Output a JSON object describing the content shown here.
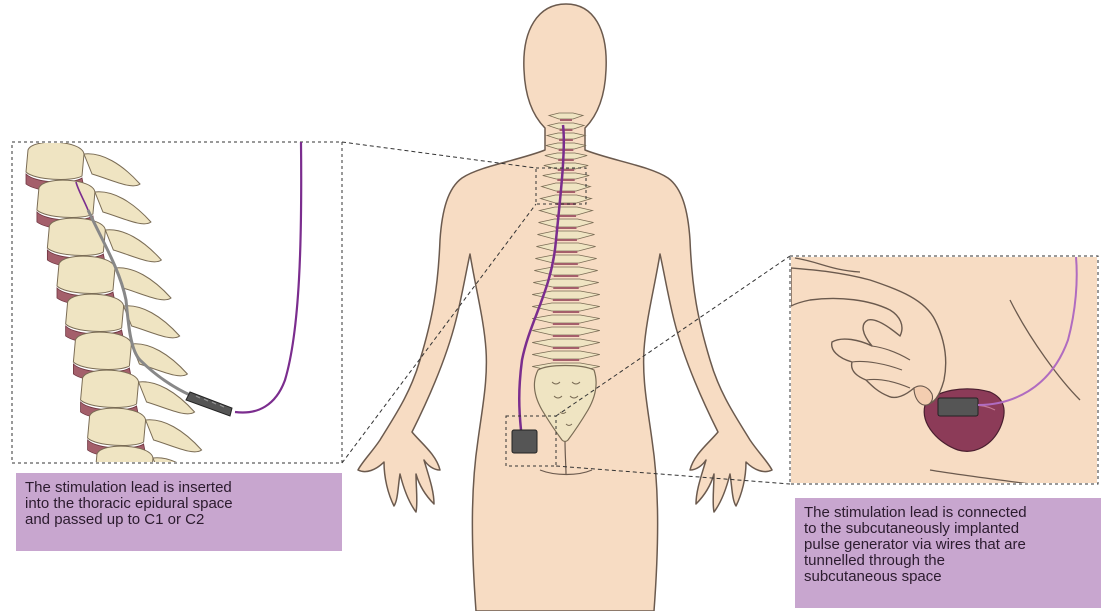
{
  "captions": {
    "left": {
      "lines": [
        "The stimulation lead is inserted",
        "into the thoracic epidural space",
        "and passed up to C1 or C2"
      ]
    },
    "right": {
      "lines": [
        "The stimulation lead is connected",
        "to the subcutaneously implanted",
        "pulse generator via wires that are",
        "tunnelled through the",
        "subcutaneous space"
      ]
    }
  },
  "colors": {
    "skin": "#f7dcc3",
    "skin_outline": "#6b5a4e",
    "bone": "#efe4c2",
    "bone_outline": "#7a6c55",
    "disc": "#a45f6b",
    "lead": "#7b2d8e",
    "device": "#555555",
    "caption_bg": "#c8a6cf",
    "tissue": "#8c3b58"
  },
  "icons": [
    "spine-icon",
    "pulse-generator-icon",
    "hand-icon",
    "needle-icon"
  ]
}
